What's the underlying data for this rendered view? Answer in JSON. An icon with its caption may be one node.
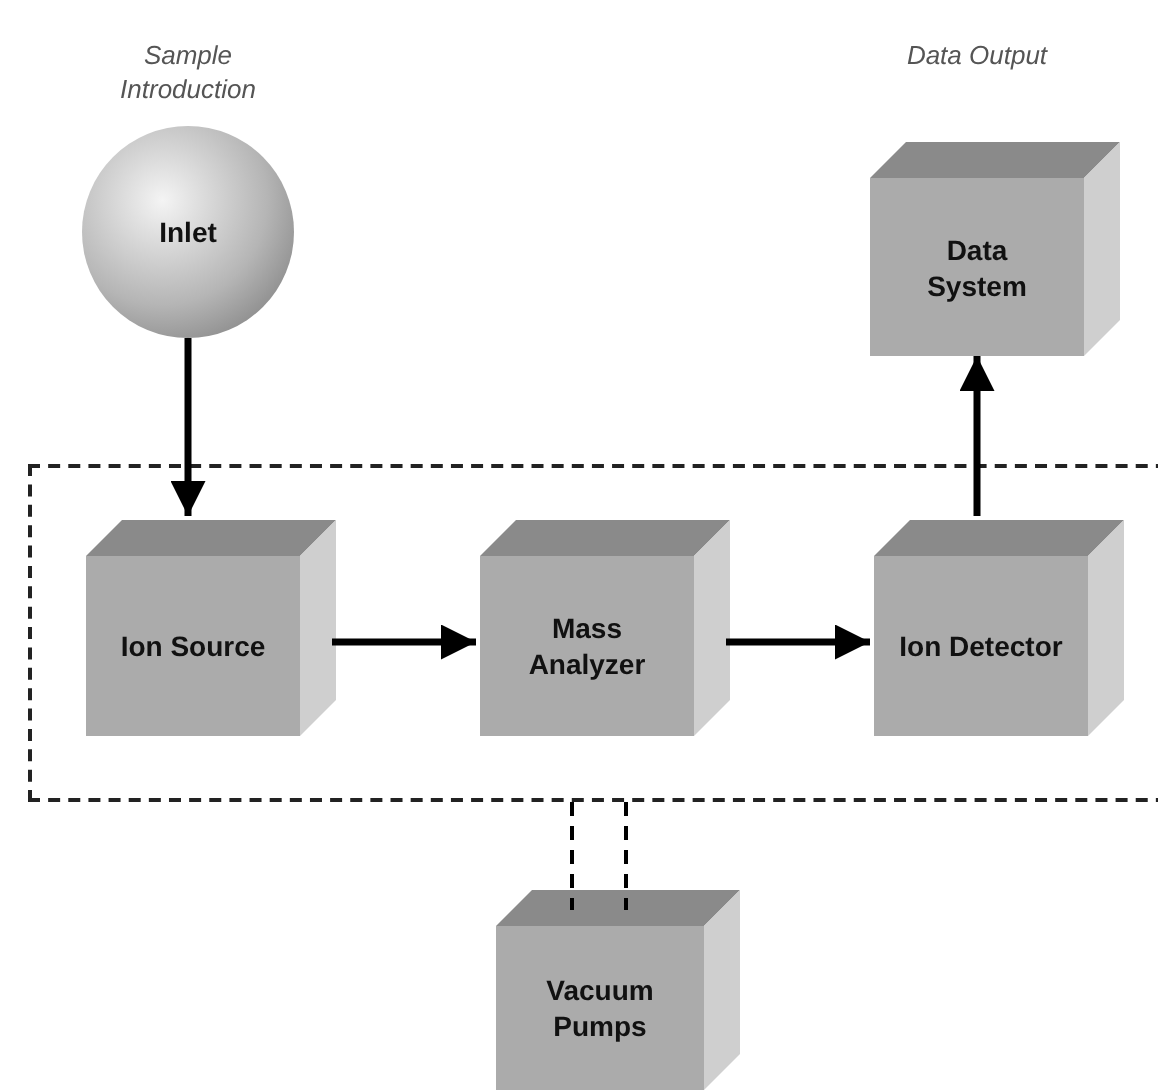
{
  "diagram": {
    "nodes": [
      {
        "text": [
          "Inlet"
        ],
        "beside": [
          "Sample Introduction"
        ]
      },
      {
        "text": [
          "Data System"
        ],
        "beside": [
          "Data Output"
        ]
      },
      {
        "text": [],
        "shape": "box"
      },
      {
        "text": [
          "Ion Source"
        ],
        "in": 2
      },
      {
        "text": [
          "Mass Analyzer"
        ],
        "in": 2
      },
      {
        "text": [
          "Ion Detector"
        ],
        "in": 2
      },
      {
        "text": [
          "Vacuum Pumps"
        ]
      }
    ],
    "edges": [
      {
        "from": 0,
        "to": 3,
        "arrow": "to"
      },
      {
        "from": 3,
        "to": 4,
        "arrow": "to"
      },
      {
        "from": 4,
        "to": 5,
        "arrow": "to"
      },
      {
        "from": 5,
        "to": 1,
        "arrow": "to"
      },
      {
        "from": 2,
        "to": 6,
        "arrow": "none",
        "style": "dashed"
      }
    ]
  }
}
